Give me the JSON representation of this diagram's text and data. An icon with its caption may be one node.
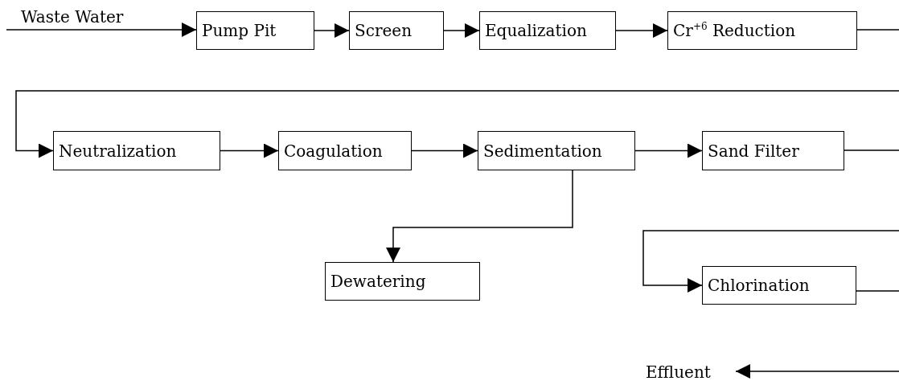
{
  "diagram": {
    "nodes": [
      {
        "text": [
          "Pump Pit"
        ]
      },
      {
        "text": [
          "Screen"
        ]
      },
      {
        "text": [
          "Equalization"
        ]
      },
      {
        "text": [
          "Cr$^{+6}$ Reduction"
        ]
      },
      {
        "text": [
          "Neutralization"
        ]
      },
      {
        "text": [
          "Coagulation"
        ]
      },
      {
        "text": [
          "Sedimentation"
        ]
      },
      {
        "text": [
          "Sand Filter"
        ]
      },
      {
        "text": [
          "Dewatering"
        ]
      },
      {
        "text": [
          "Chlorination"
        ]
      },
      {
        "text": [
          "Effluent"
        ]
      }
    ],
    "edges": [
      {
        "from": null,
        "to": 0,
        "arrow": "to",
        "label": "Waste Water"
      },
      {
        "from": 0,
        "to": 1,
        "arrow": "to"
      },
      {
        "from": 1,
        "to": 2,
        "arrow": "to"
      },
      {
        "from": 2,
        "to": 3,
        "arrow": "to"
      },
      {
        "from": 3,
        "to": 4,
        "arrow": "to"
      },
      {
        "from": 4,
        "to": 5,
        "arrow": "to"
      },
      {
        "from": 5,
        "to": 6,
        "arrow": "to"
      },
      {
        "from": 6,
        "to": 7,
        "arrow": "to"
      },
      {
        "from": 6,
        "to": 8,
        "arrow": "to"
      },
      {
        "from": 7,
        "to": 9,
        "arrow": "to"
      },
      {
        "from": 9,
        "to": 10,
        "arrow": "to"
      }
    ]
  }
}
